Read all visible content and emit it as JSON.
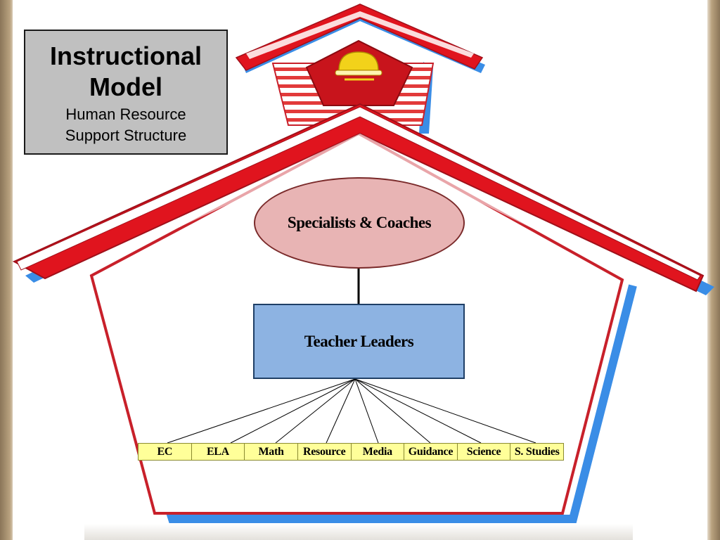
{
  "title_box": {
    "title": "Instructional Model",
    "subtitle_line1": "Human Resource",
    "subtitle_line2": "Support Structure"
  },
  "top_node": {
    "label": "Specialists & Coaches"
  },
  "middle_node": {
    "label": "Teacher Leaders"
  },
  "departments": [
    "EC",
    "ELA",
    "Math",
    "Resource",
    "Media",
    "Guidance",
    "Science",
    "S. Studies"
  ],
  "colors": {
    "roof_red": "#e0141e",
    "house_outline": "#c8202a",
    "shadow_blue": "#3a8de6",
    "title_box_fill": "#c0c0c0",
    "oval_fill": "#e8b4b4",
    "leader_box_fill": "#8db3e2",
    "department_fill": "#ffff99",
    "bell": "#f2d21a"
  },
  "icons": [
    "school-house-illustration",
    "bell-icon"
  ]
}
